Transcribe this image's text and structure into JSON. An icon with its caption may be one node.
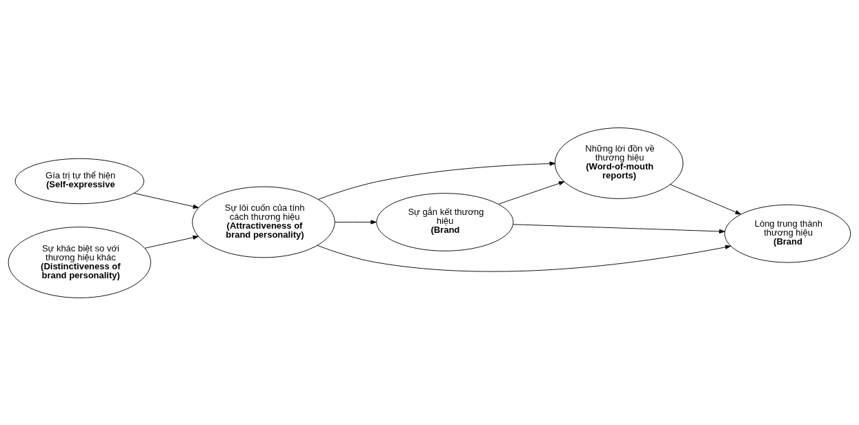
{
  "diagram": {
    "nodes": [
      {
        "text": [
          "Gía trị tự thể hiện",
          "(Self-expressive"
        ]
      },
      {
        "text": [
          "Sự lôi cuốn của tính cách thương hiệu",
          "(Attractiveness of brand personality)"
        ]
      },
      {
        "text": [
          "Sự khác biệt so với thương hiệu khác",
          "(Distinctiveness of brand personality)"
        ]
      },
      {
        "text": [
          "Những lời đồn về thương hiệu",
          "(Word-of-mouth reports)"
        ]
      },
      {
        "text": [
          "Sự gắn kết thương hiệu",
          "(Brand"
        ]
      },
      {
        "text": [
          "Lòng trung thành thương hiệu",
          "(Brand"
        ]
      }
    ],
    "edges": [
      {
        "from": 0,
        "to": 1,
        "arrow": "to"
      },
      {
        "from": 2,
        "to": 1,
        "arrow": "to"
      },
      {
        "from": 1,
        "to": 3,
        "arrow": "to"
      },
      {
        "from": 1,
        "to": 5,
        "arrow": "to"
      },
      {
        "from": 1,
        "to": 4,
        "arrow": "to"
      },
      {
        "from": 4,
        "to": 3,
        "arrow": "to"
      },
      {
        "from": 4,
        "to": 5,
        "arrow": "to"
      },
      {
        "from": 3,
        "to": 5,
        "arrow": "to"
      }
    ]
  }
}
